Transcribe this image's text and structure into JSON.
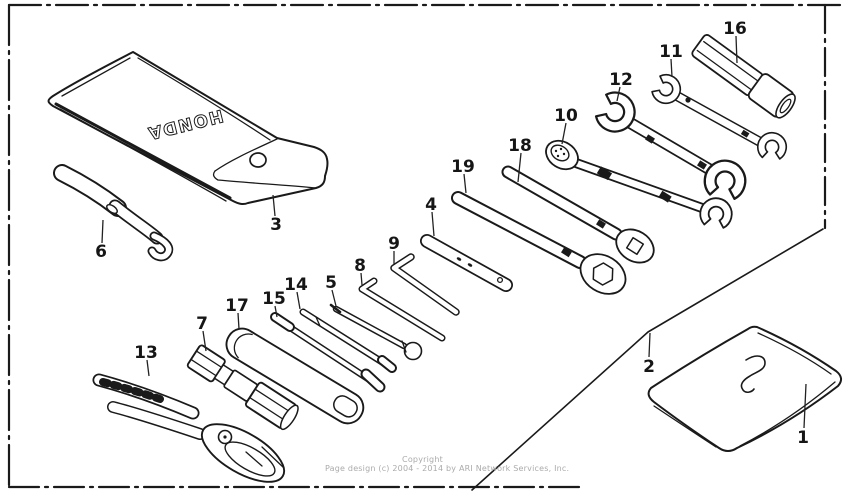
{
  "pouch_logo": "HONDA",
  "part_numbers": [
    "1",
    "2",
    "3",
    "4",
    "5",
    "6",
    "7",
    "8",
    "9",
    "10",
    "11",
    "12",
    "13",
    "14",
    "15",
    "16",
    "17",
    "18",
    "19"
  ],
  "watermark": {
    "line1": "Copyright",
    "line2": "Page design (c) 2004 - 2014 by ARI Network Services, Inc."
  },
  "colors": {
    "line": "#1a1a1a",
    "watermark": "#ababab",
    "background": "#ffffff"
  }
}
